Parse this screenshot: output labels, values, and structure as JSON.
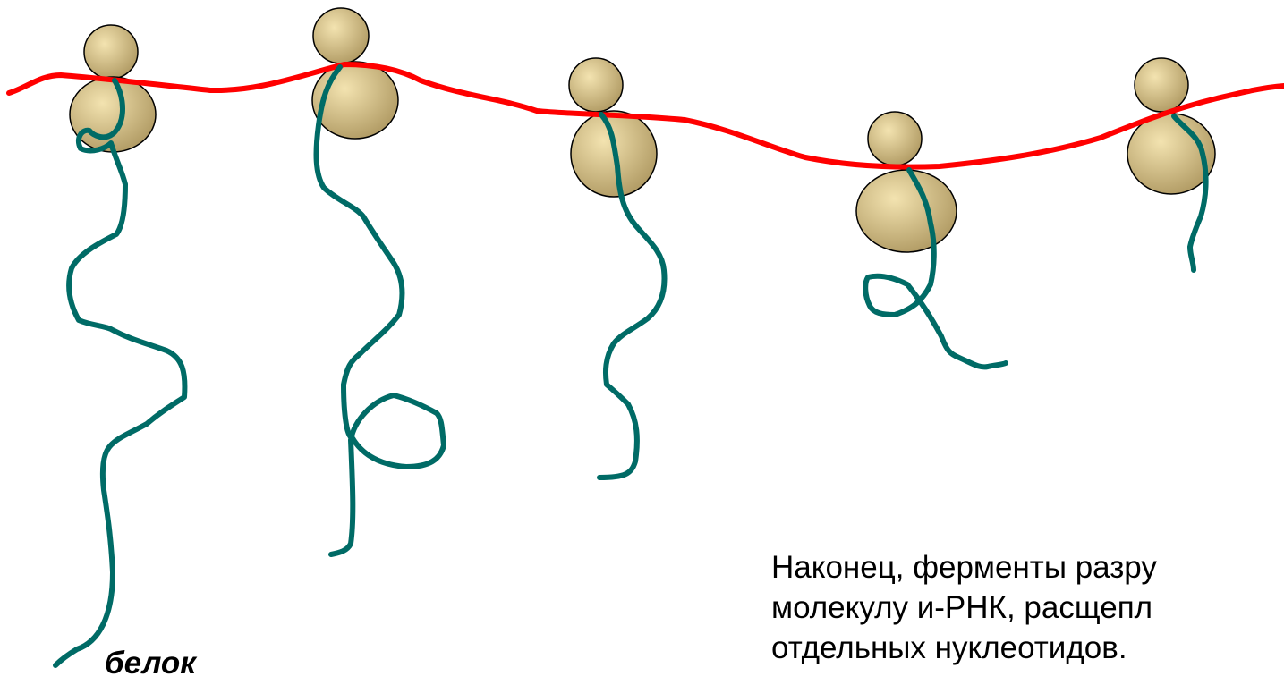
{
  "labels": {
    "protein": "белок"
  },
  "caption": {
    "lines": [
      "Наконец, ферменты разру",
      "молекулу и-РНК, расщепл",
      "отдельных нуклеотидов."
    ]
  },
  "colors": {
    "mrna_strand": "#ff0000",
    "protein_chain": "#006b66",
    "ribosome_fill_center": "#f3e3b0",
    "ribosome_fill_edge": "#b09a63",
    "ribosome_outline": "#000000"
  }
}
